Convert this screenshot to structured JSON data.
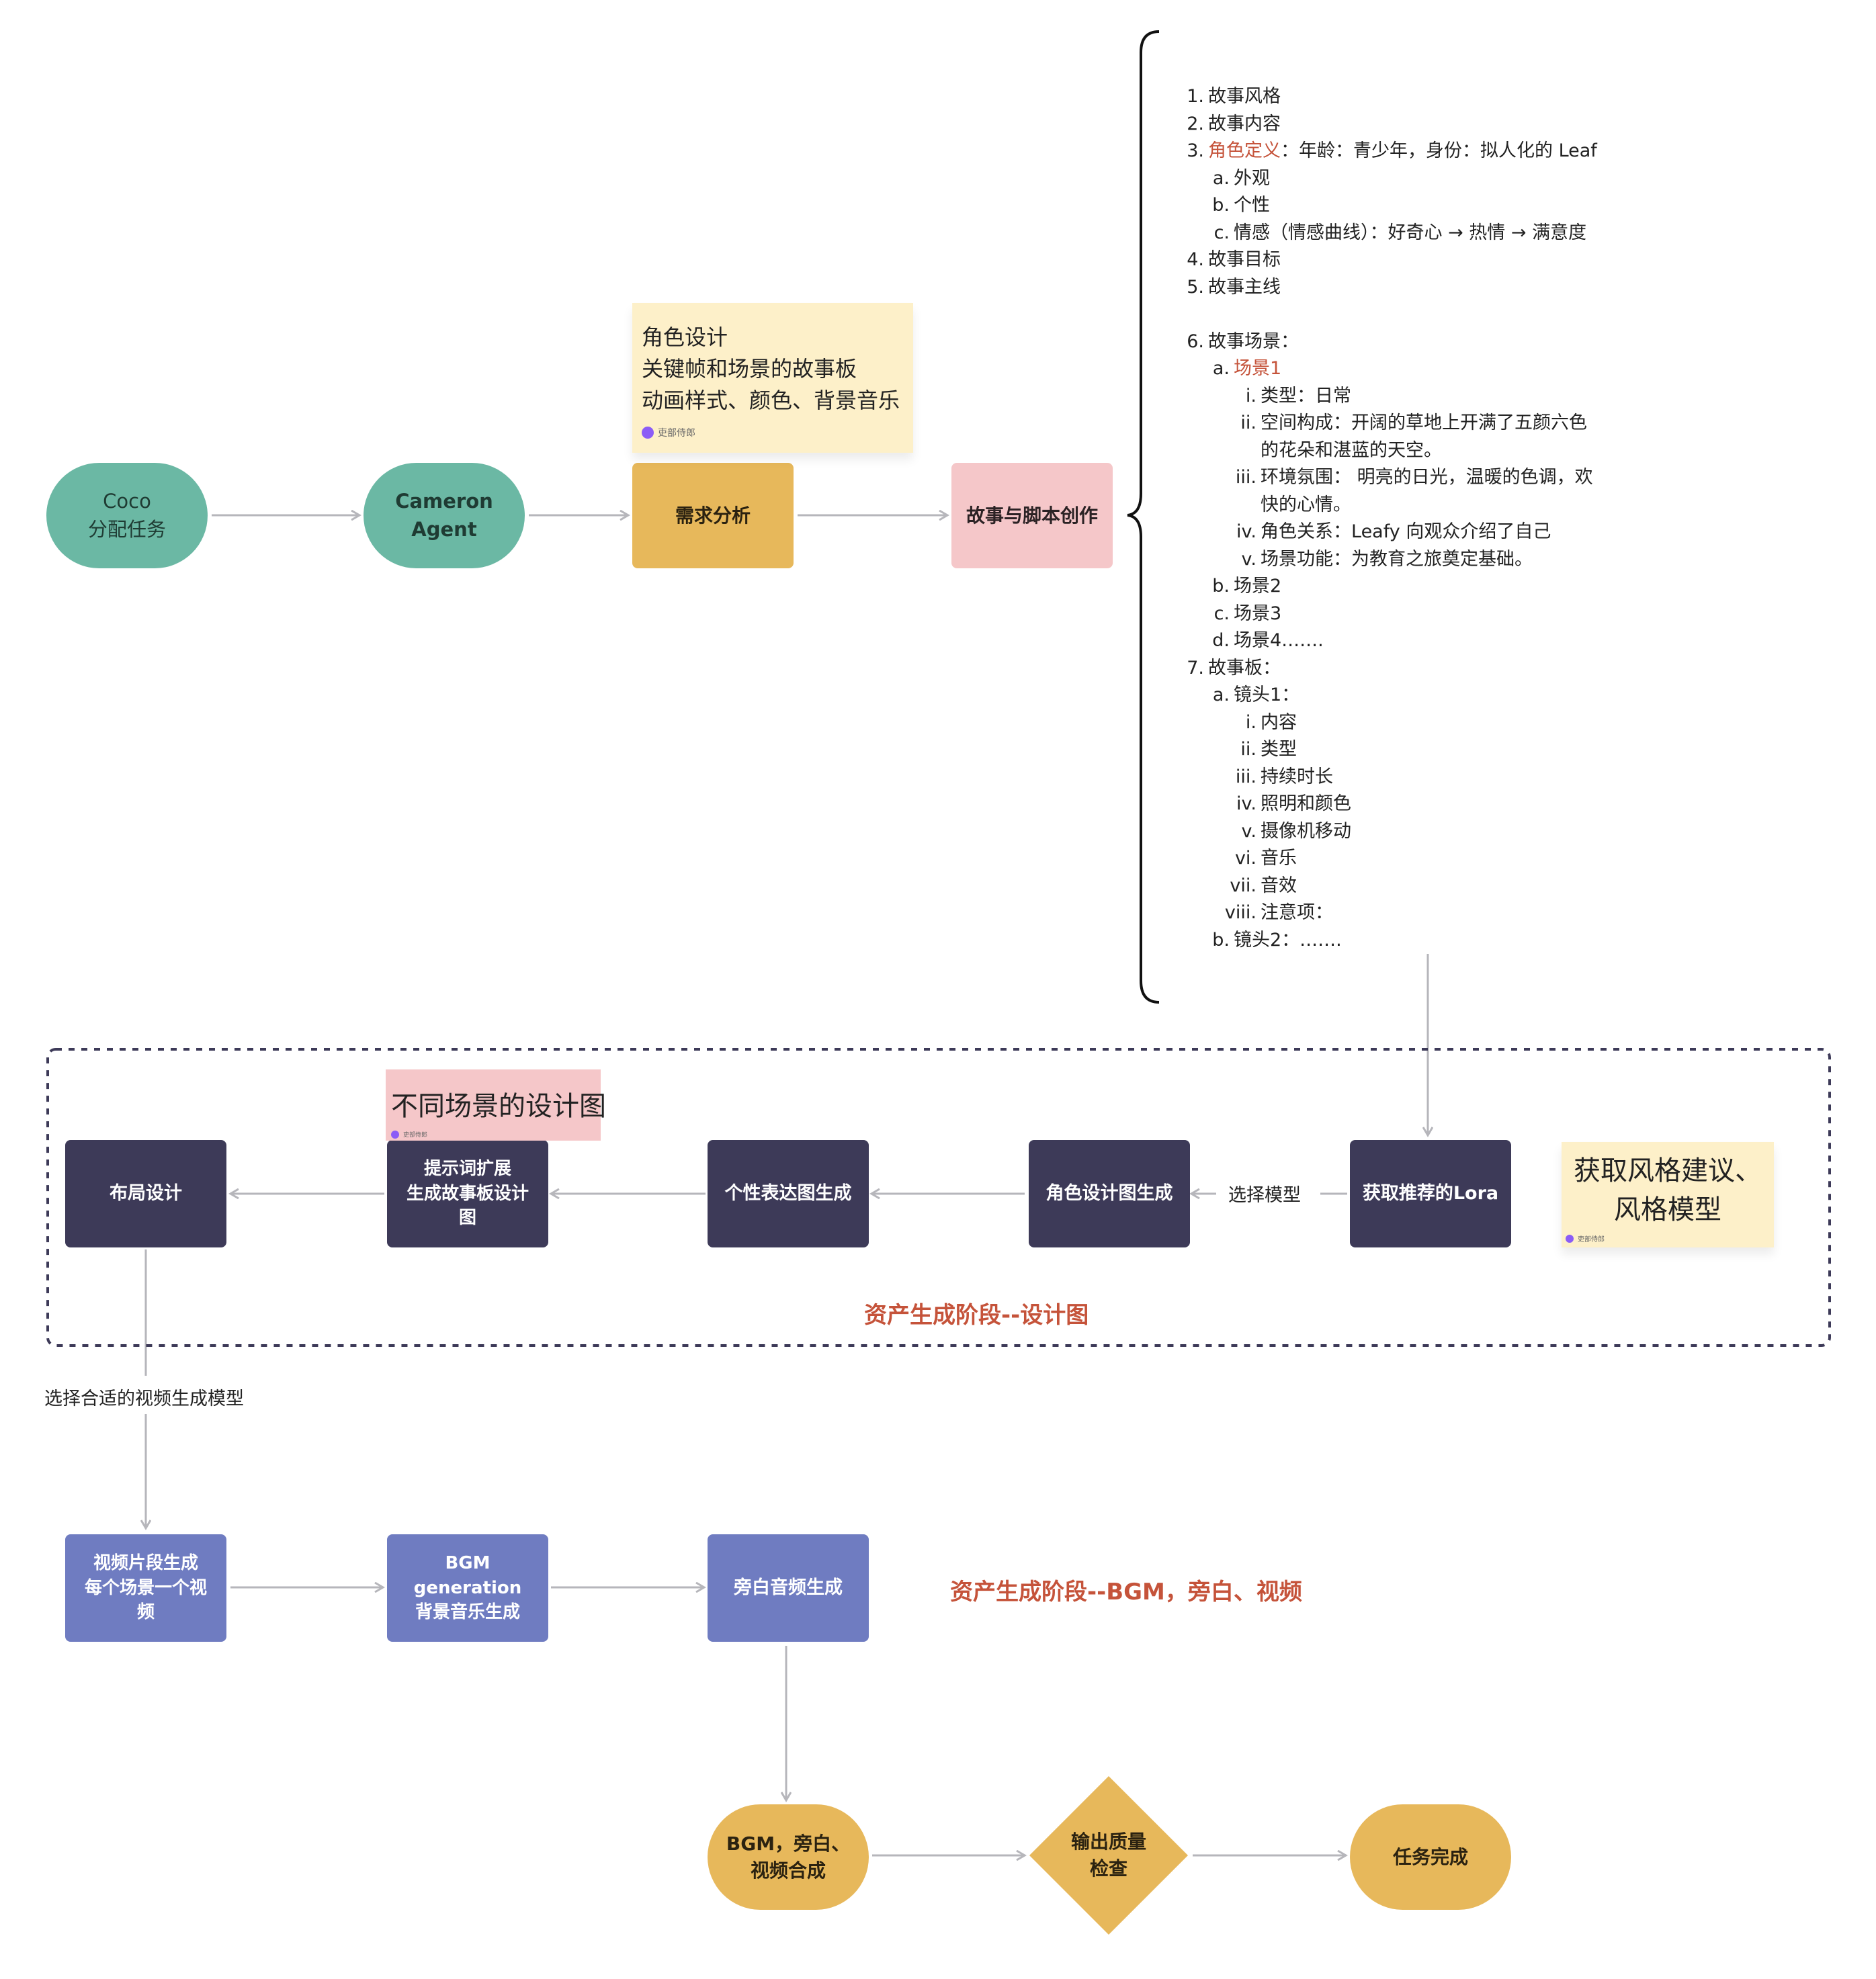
{
  "nodes": {
    "coco": "Coco\n分配任务",
    "cameron": "Cameron\nAgent",
    "req": "需求分析",
    "story": "故事与脚本创作",
    "lora": "获取推荐的Lora",
    "role": "角色设计图生成",
    "pers": "个性表达图生成",
    "prompt": "提示词扩展\n生成故事板设计\n图",
    "layout": "布局设计",
    "video": "视频片段生成\n每个场景一个视\n频",
    "bgm": "BGM\ngeneration\n背景音乐生成",
    "narr": "旁白音频生成",
    "merge": "BGM，旁白、\n视频合成",
    "qc": "输出质量\n检查",
    "done": "任务完成"
  },
  "stickies": {
    "req_note": "角色设计\n关键帧和场景的故事板\n动画样式、颜色、背景音乐",
    "req_note_author": "吏部侍郎",
    "scene_note": "不同场景的设计图",
    "scene_note_author": "吏部侍郎",
    "style_note": "获取风格建议、\n风格模型",
    "style_note_author": "吏部侍郎"
  },
  "labels": {
    "select_model": "选择模型",
    "select_video_model": "选择合适的视频生成模型",
    "stage_design": "资产生成阶段--设计图",
    "stage_media": "资产生成阶段--BGM，旁白、视频"
  },
  "outline": [
    {
      "indent": 0,
      "marker": "1.",
      "text": "故事风格"
    },
    {
      "indent": 0,
      "marker": "2.",
      "text": "故事内容"
    },
    {
      "indent": 0,
      "marker": "3.",
      "hl": "角色定义",
      "text": "：年龄：青少年，身份：拟人化的 Leaf"
    },
    {
      "indent": 1,
      "marker": "a.",
      "text": "外观"
    },
    {
      "indent": 1,
      "marker": "b.",
      "text": "个性"
    },
    {
      "indent": 1,
      "marker": "c.",
      "text": "情感（情感曲线）：好奇心 → 热情 → 满意度"
    },
    {
      "indent": 0,
      "marker": "4.",
      "text": "故事目标"
    },
    {
      "indent": 0,
      "marker": "5.",
      "text": "故事主线"
    },
    {
      "indent": 0,
      "marker": "",
      "text": ""
    },
    {
      "indent": 0,
      "marker": "6.",
      "text": "故事场景："
    },
    {
      "indent": 1,
      "marker": "a.",
      "hl": "场景1",
      "text": ""
    },
    {
      "indent": 2,
      "marker": "i.",
      "text": "类型：日常"
    },
    {
      "indent": 2,
      "marker": "ii.",
      "text": "空间构成：开阔的草地上开满了五颜六色"
    },
    {
      "indent": 2,
      "marker": "",
      "text": "的花朵和湛蓝的天空。"
    },
    {
      "indent": 2,
      "marker": "iii.",
      "text": "环境氛围： 明亮的日光，温暖的色调，欢"
    },
    {
      "indent": 2,
      "marker": "",
      "text": "快的心情。"
    },
    {
      "indent": 2,
      "marker": "iv.",
      "text": "角色关系：Leafy 向观众介绍了自己"
    },
    {
      "indent": 2,
      "marker": "v.",
      "text": "场景功能：为教育之旅奠定基础。"
    },
    {
      "indent": 1,
      "marker": "b.",
      "text": "场景2"
    },
    {
      "indent": 1,
      "marker": "c.",
      "text": "场景3"
    },
    {
      "indent": 1,
      "marker": "d.",
      "text": "场景4……."
    },
    {
      "indent": 0,
      "marker": "7.",
      "text": "故事板："
    },
    {
      "indent": 1,
      "marker": "a.",
      "text": "镜头1："
    },
    {
      "indent": 2,
      "marker": "i.",
      "text": "内容"
    },
    {
      "indent": 2,
      "marker": "ii.",
      "text": "类型"
    },
    {
      "indent": 2,
      "marker": "iii.",
      "text": "持续时长"
    },
    {
      "indent": 2,
      "marker": "iv.",
      "text": "照明和颜色"
    },
    {
      "indent": 2,
      "marker": "v.",
      "text": "摄像机移动"
    },
    {
      "indent": 2,
      "marker": "vi.",
      "text": "音乐"
    },
    {
      "indent": 2,
      "marker": "vii.",
      "text": "音效"
    },
    {
      "indent": 2,
      "marker": "viii.",
      "text": "注意项："
    },
    {
      "indent": 1,
      "marker": "b.",
      "text": "镜头2：……."
    }
  ],
  "colors": {
    "teal": "#6bb8a4",
    "orange": "#e7b85b",
    "pink": "#f5c7c9",
    "dark_purple": "#3d3a58",
    "periwinkle": "#6f7cc1",
    "sticky_yellow": "#fdf0c9",
    "accent_red": "#c5533a"
  }
}
